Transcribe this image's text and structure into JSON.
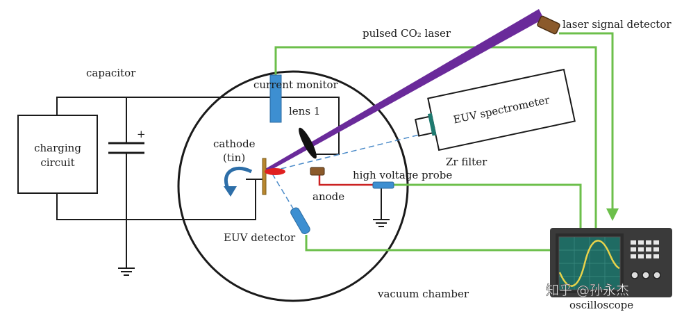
{
  "labels": {
    "pulsed_laser": "pulsed CO₂ laser",
    "laser_signal_detector": "laser signal detector",
    "capacitor": "capacitor",
    "current_monitor": "current monitor",
    "lens": "lens 1",
    "euv_spectrometer": "EUV spectrometer",
    "cathode_line1": "cathode",
    "cathode_line2": "(tin)",
    "charging_line1": "charging",
    "charging_line2": "circuit",
    "zr_filter": "Zr filter",
    "high_voltage_probe": "high voltage probe",
    "anode": "anode",
    "euv_detector": "EUV detector",
    "vacuum_chamber": "vacuum chamber",
    "oscilloscope": "oscilloscope",
    "plus_sign": "+"
  },
  "watermark": "知乎 @孙永杰",
  "colors": {
    "signal_wire": "#6cbf4b",
    "circuit_wire": "#1a1a1a",
    "laser_beam": "#6a2a9a",
    "probe_wire": "#cc2222",
    "blue_component": "#3d8fd1",
    "detector_brown": "#8b5a2b",
    "osc_body": "#3a3a3a",
    "osc_screen": "#1f6b63",
    "waveform": "#e8d34a"
  }
}
